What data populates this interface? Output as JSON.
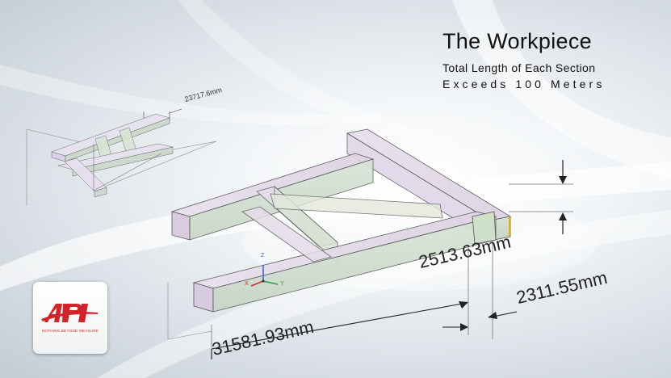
{
  "header": {
    "title": "The Workpiece",
    "subtitle_line1": "Total Length of Each Section",
    "subtitle_line2": "Exceeds 100 Meters"
  },
  "dimensions": {
    "thumbnail": "23717.6mm",
    "height": "2513.63mm",
    "width": "2311.55mm",
    "length": "31581.93mm"
  },
  "axes": {
    "x": "X",
    "y": "Y",
    "z": "Z"
  },
  "logo": {
    "brand": "API",
    "tagline": "NOTHING BEYOND MEASURE"
  },
  "colors": {
    "brand_red": "#d2232a",
    "axis_x": "#d03030",
    "axis_y": "#2f9e44",
    "axis_z": "#3060d0"
  }
}
